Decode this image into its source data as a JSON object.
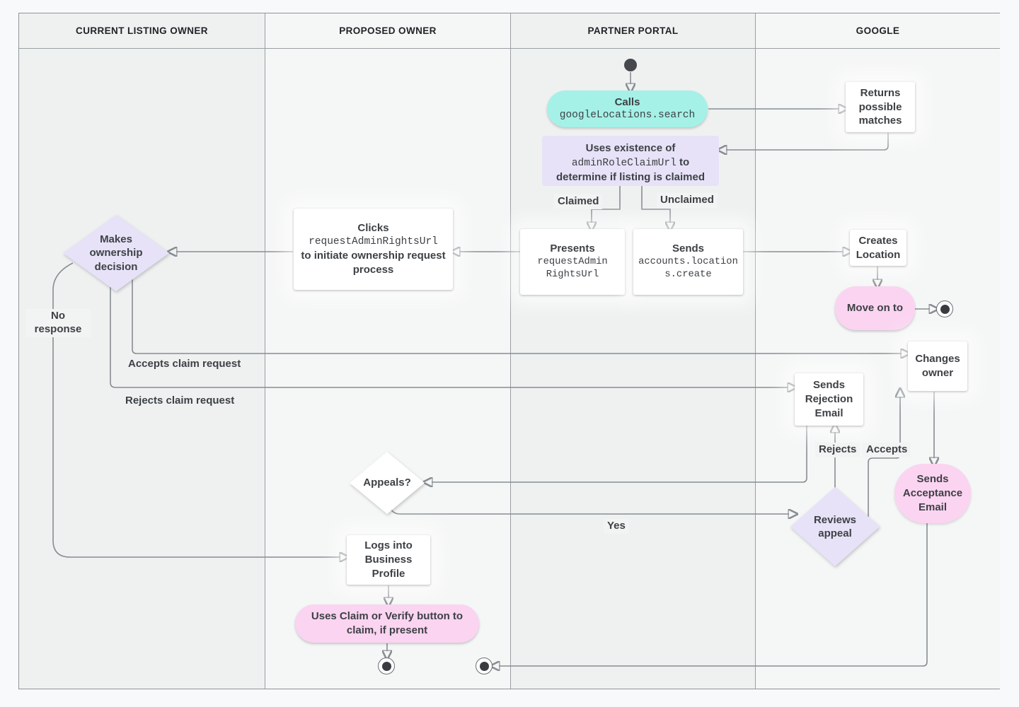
{
  "lanes": [
    "CURRENT LISTING OWNER",
    "PROPOSED OWNER",
    "PARTNER PORTAL",
    "GOOGLE"
  ],
  "nodes": {
    "calls": {
      "action": "Calls",
      "code": "googleLocations.search"
    },
    "returns_matches": {
      "text": "Returns possible matches"
    },
    "uses_existence": {
      "pre": "Uses existence of",
      "code": "adminRoleClaimUrl",
      "post": "to determine if listing is claimed"
    },
    "presents": {
      "action": "Presents",
      "code": "requestAdminRightsUrl"
    },
    "sends_create": {
      "action": "Sends",
      "code": "accounts.locations.create"
    },
    "clicks": {
      "action": "Clicks",
      "code": "requestAdminRightsUrl",
      "post": "to initiate ownership request process"
    },
    "makes_decision": {
      "text": "Makes ownership decision"
    },
    "creates_location": {
      "text": "Creates Location"
    },
    "move_on": {
      "text": "Move on to"
    },
    "changes_owner": {
      "text": "Changes owner"
    },
    "sends_rejection": {
      "text": "Sends Rejection Email"
    },
    "sends_acceptance": {
      "text": "Sends Acceptance Email"
    },
    "reviews_appeal": {
      "text": "Reviews appeal"
    },
    "appeals": {
      "text": "Appeals?"
    },
    "logs_in": {
      "text": "Logs into Business Profile"
    },
    "uses_claim_button": {
      "text": "Uses Claim or Verify button to claim, if present"
    }
  },
  "edge_labels": {
    "claimed": "Claimed",
    "unclaimed": "Unclaimed",
    "no_response": "No response",
    "accepts_claim": "Accepts claim request",
    "rejects_claim": "Rejects claim request",
    "rejects": "Rejects",
    "accepts": "Accepts",
    "yes": "Yes"
  },
  "colors": {
    "teal": "#a5f1e7",
    "lavender": "#e7e2f8",
    "pink": "#fbd4f1",
    "line_gray": "#878d92",
    "text": "#3d4145",
    "lane_fill_odd": "#eff1f1",
    "lane_fill_even": "#f5f6f6",
    "start_end": "#45484c"
  }
}
